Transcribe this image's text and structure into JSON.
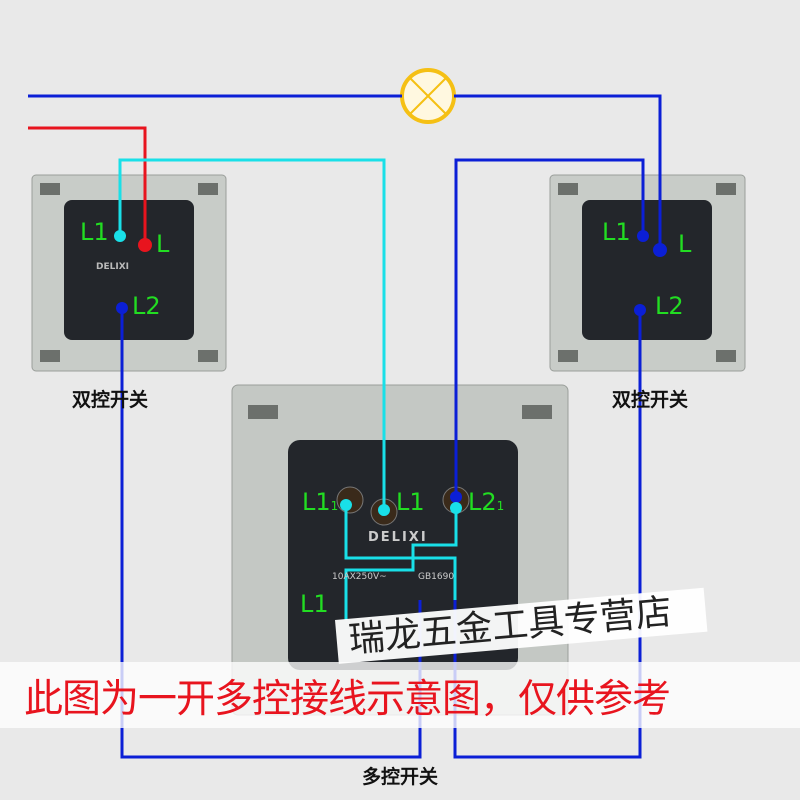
{
  "labels": {
    "left_switch": "双控开关",
    "right_switch": "双控开关",
    "center_switch": "多控开关"
  },
  "terminals": {
    "left": {
      "l1": "L1",
      "l": "L",
      "l2": "L2"
    },
    "right": {
      "l1": "L1",
      "l": "L",
      "l2": "L2"
    },
    "center": {
      "l1_in": "L1",
      "l1_sub": "1",
      "l1": "L1",
      "l2": "L2",
      "l2_sub": "1",
      "l1_low": "L1"
    }
  },
  "brand": "DELIXI",
  "rating": "10AX250V~",
  "standard": "GB1690",
  "notice": "此图为一开多控接线示意图，仅供参考",
  "watermark": "瑞龙五金工具专营店",
  "colors": {
    "live": "#e8141e",
    "neutral": "#0b1fd6",
    "traveler": "#19e0e8",
    "terminal_label": "#22dd22",
    "lamp": "#f5c014"
  }
}
